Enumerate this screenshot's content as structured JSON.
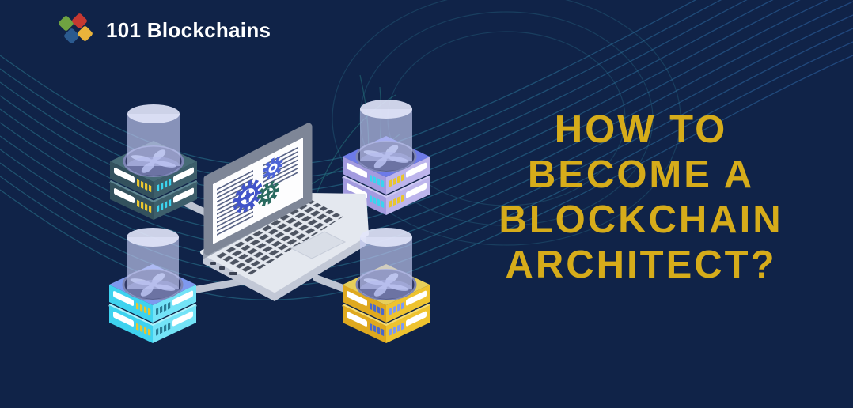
{
  "brand": {
    "name": "101 Blockchains",
    "logo_cube_colors": {
      "green": "#6fa341",
      "red": "#c53831",
      "blue": "#2b5a8f",
      "yellow": "#eab33b"
    }
  },
  "headline": {
    "lines": [
      "HOW TO",
      "BECOME A",
      "BLOCKCHAIN",
      "ARCHITECT?"
    ],
    "color": "#d6ac1a"
  },
  "background": {
    "color": "#102348",
    "wave_teal": "#2c8296",
    "wave_blue": "#3069b1"
  },
  "illustration": {
    "laptop_screen": "code lines with gears",
    "nodes": [
      {
        "position": "top-left",
        "top_color": "#466b76",
        "side_color": "#33515d",
        "led_colors": [
          "#e8c52e",
          "#3bd4ef"
        ]
      },
      {
        "position": "top-right",
        "top_color": "#6d7ae8",
        "side_color": "#a39bdf",
        "led_colors": [
          "#3bd4ef",
          "#e8c52e"
        ]
      },
      {
        "position": "bottom-left",
        "top_color": "#7e99ef",
        "side_color": "#3ed2ef",
        "led_colors": [
          "#e8c52e",
          "#2a7c95"
        ]
      },
      {
        "position": "bottom-right",
        "top_color": "#e7cf5a",
        "side_color": "#dfa91f",
        "led_colors": [
          "#4a68cc",
          "#7f9af0"
        ]
      }
    ]
  }
}
